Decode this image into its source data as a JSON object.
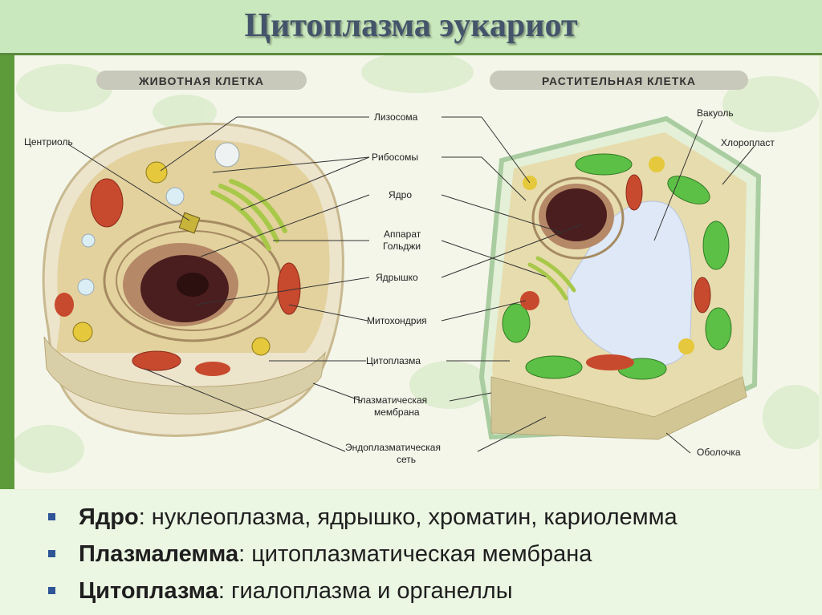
{
  "slide": {
    "title": "Цитоплазма эукариот"
  },
  "diagram": {
    "animal_heading": "ЖИВОТНАЯ КЛЕТКА",
    "plant_heading": "РАСТИТЕЛЬНАЯ КЛЕТКА",
    "labels": {
      "centriole": "Центриоль",
      "lysosome": "Лизосома",
      "ribosomes": "Рибосомы",
      "nucleus": "Ядро",
      "golgi_1": "Аппарат",
      "golgi_2": "Гольджи",
      "nucleolus": "Ядрышко",
      "mitochondria": "Митохондрия",
      "cytoplasm": "Цитоплазма",
      "plasma_membrane_1": "Плазматическая",
      "plasma_membrane_2": "мембрана",
      "er_1": "Эндоплазматическая",
      "er_2": "сеть",
      "vacuole": "Вакуоль",
      "chloroplast": "Хлоропласт",
      "cell_wall": "Оболочка"
    },
    "colors": {
      "animal_cell": "#e8d9b0",
      "nucleus": "#4a1e1e",
      "mitochondria": "#c84a2e",
      "chloroplast": "#5cc046",
      "vacuole": "#dfe8f6",
      "golgi": "#a8c84a"
    }
  },
  "bullets": [
    {
      "term": "Ядро",
      "text": ": нуклеоплазма, ядрышко, хроматин, кариолемма"
    },
    {
      "term": "Плазмалемма",
      "text": ": цитоплазматическая мембрана"
    },
    {
      "term": "Цитоплазма",
      "text": ": гиалоплазма и органеллы"
    }
  ]
}
